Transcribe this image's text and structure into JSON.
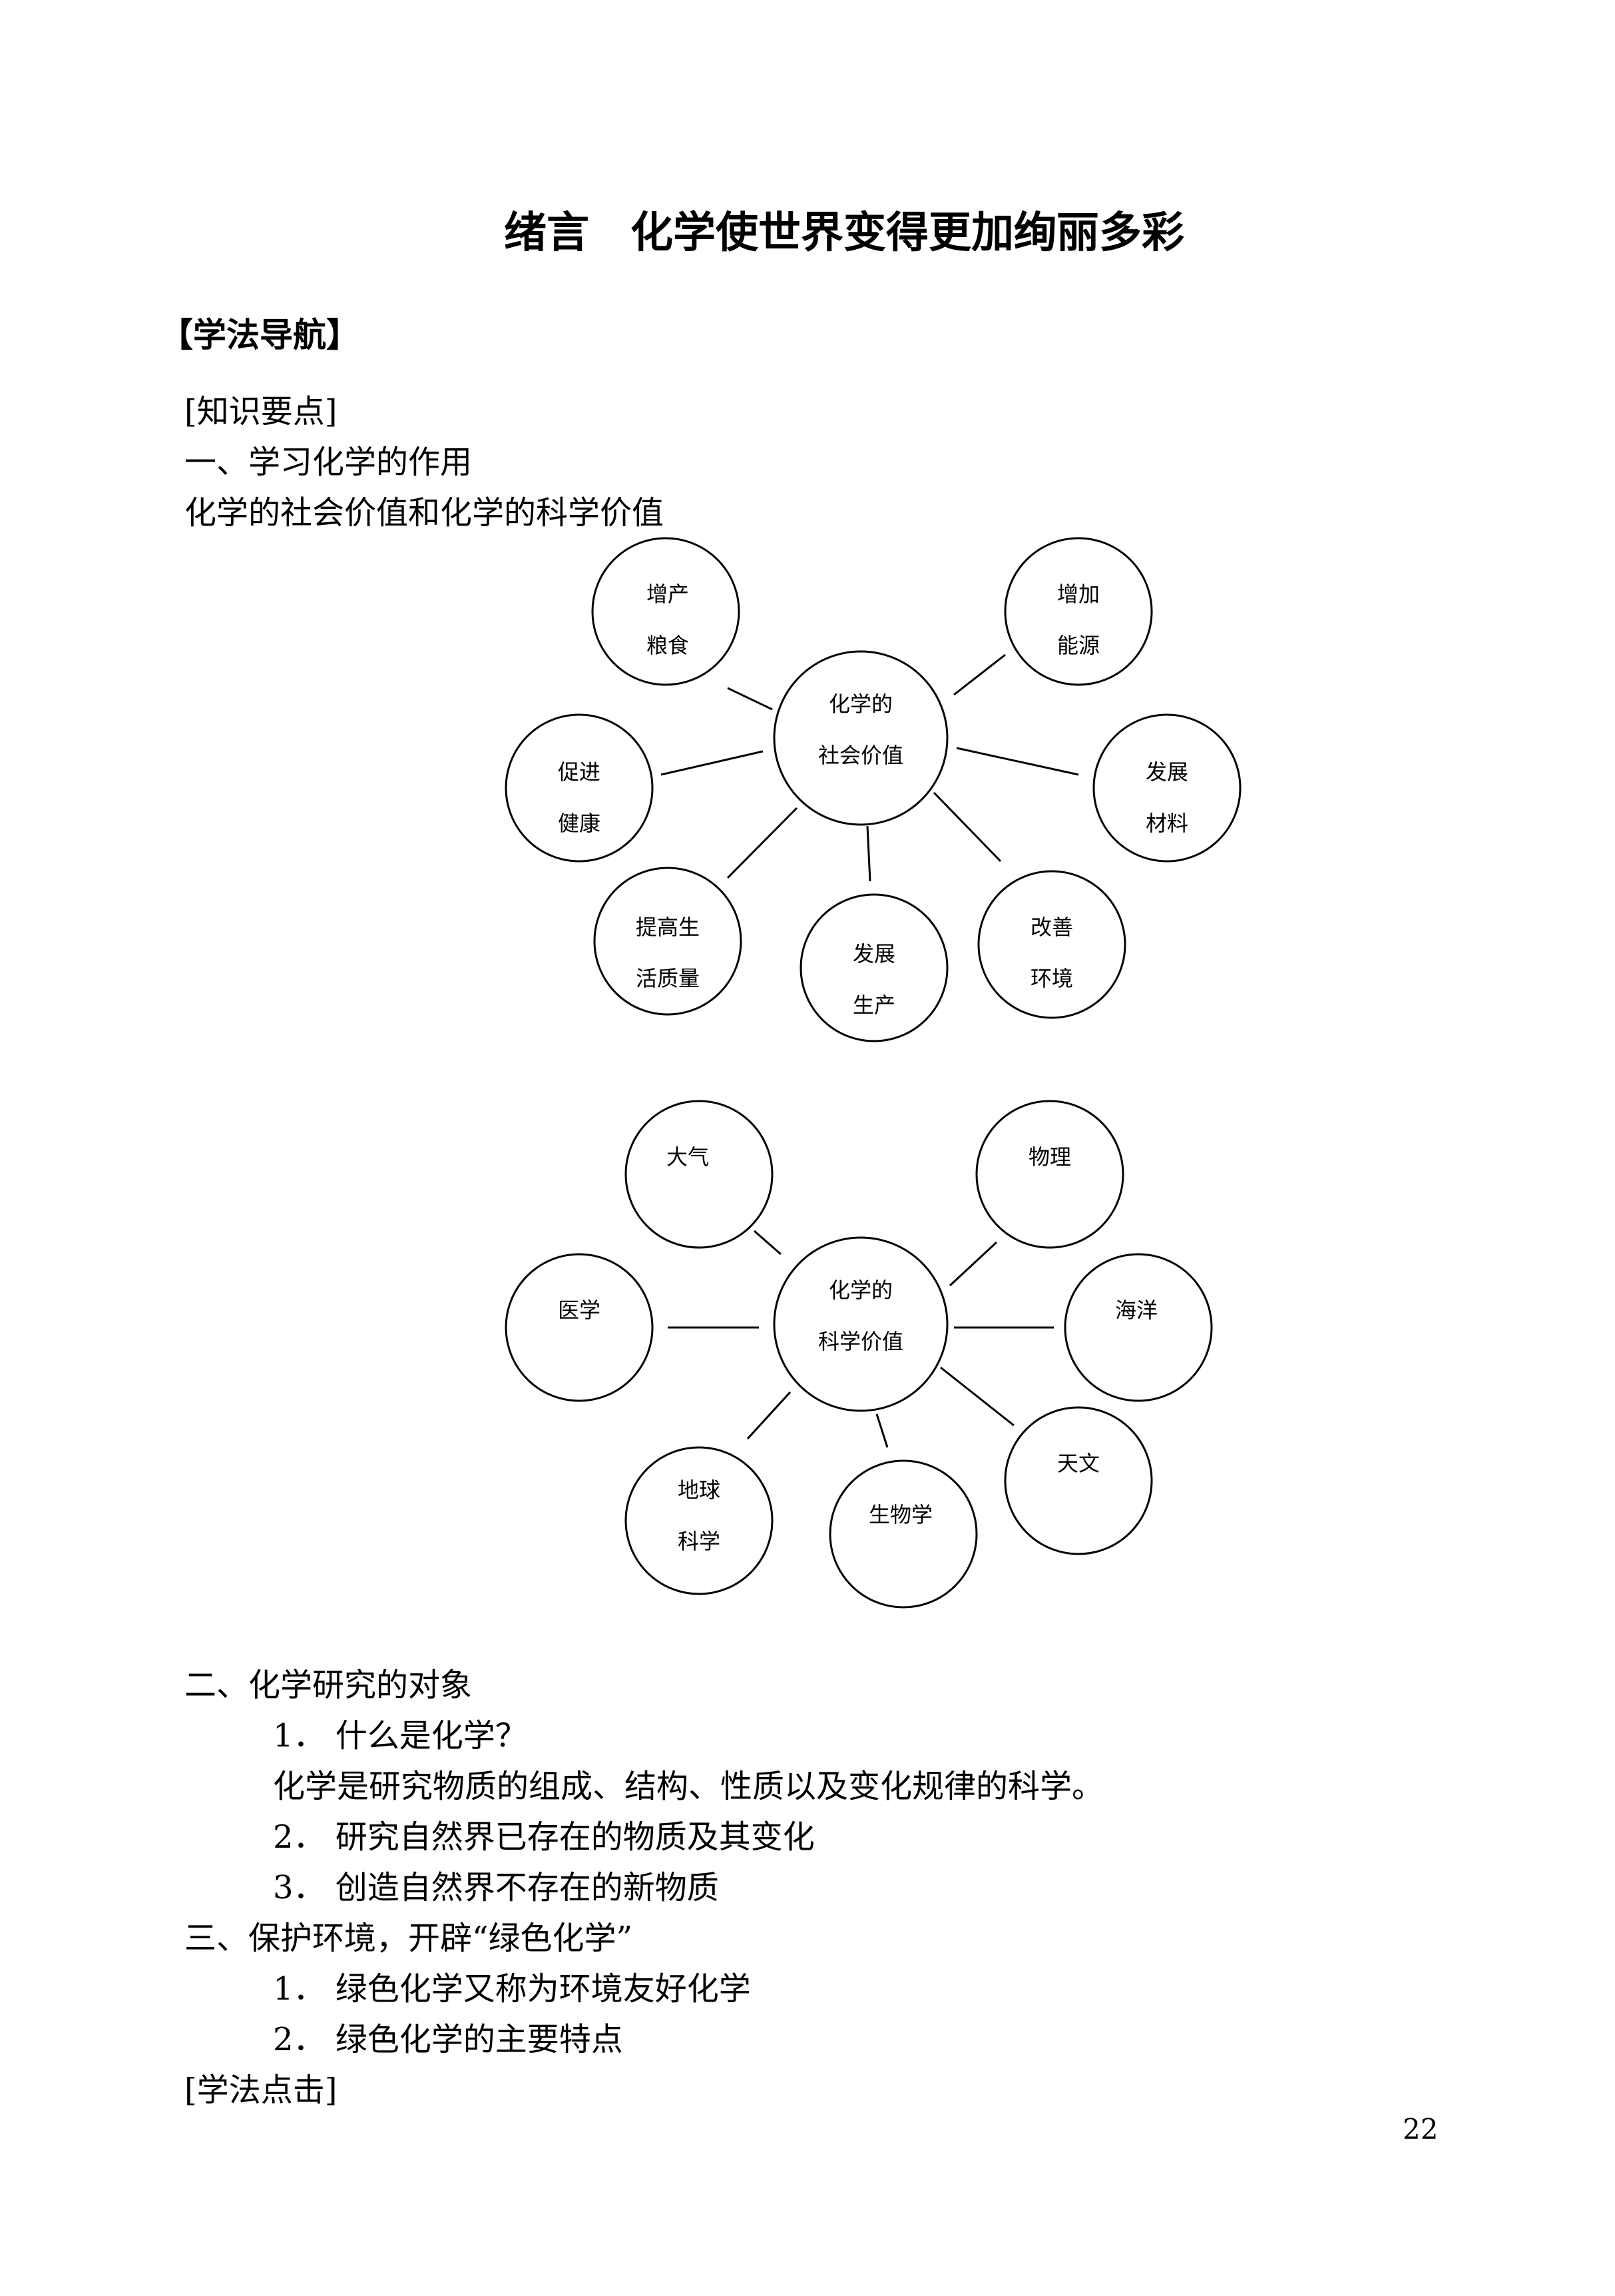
{
  "title": {
    "part1": "绪言",
    "part2": "化学使世界变得更加绚丽多彩"
  },
  "section_head": "【学法导航】",
  "knowledge_points_label": "[知识要点]",
  "topic1": {
    "heading": "一、学习化学的作用",
    "subheading": "化学的社会价值和化学的科学价值"
  },
  "diagram_social": {
    "center": [
      "化学的",
      "社会价值"
    ],
    "nodes": [
      [
        "增产",
        "粮食"
      ],
      [
        "增加",
        "能源"
      ],
      [
        "促进",
        "健康"
      ],
      [
        "发展",
        "材料"
      ],
      [
        "提高生",
        "活质量"
      ],
      [
        "发展",
        "生产"
      ],
      [
        "改善",
        "环境"
      ]
    ]
  },
  "diagram_science": {
    "center": [
      "化学的",
      "科学价值"
    ],
    "nodes": [
      [
        "大气"
      ],
      [
        "物理"
      ],
      [
        "医学"
      ],
      [
        "海洋"
      ],
      [
        "天文"
      ],
      [
        "地球",
        "科学"
      ],
      [
        "生物学"
      ]
    ]
  },
  "topic2": {
    "heading": "二、化学研究的对象",
    "item1": "1． 什么是化学？",
    "definition": "化学是研究物质的组成、结构、性质以及变化规律的科学。",
    "item2": "2． 研究自然界已存在的物质及其变化",
    "item3": "3． 创造自然界不存在的新物质"
  },
  "topic3": {
    "heading": "三、保护环境，开辟“绿色化学”",
    "item1": "1． 绿色化学又称为环境友好化学",
    "item2": "2． 绿色化学的主要特点"
  },
  "method_tips_label": "[学法点击]",
  "page_number": "22"
}
